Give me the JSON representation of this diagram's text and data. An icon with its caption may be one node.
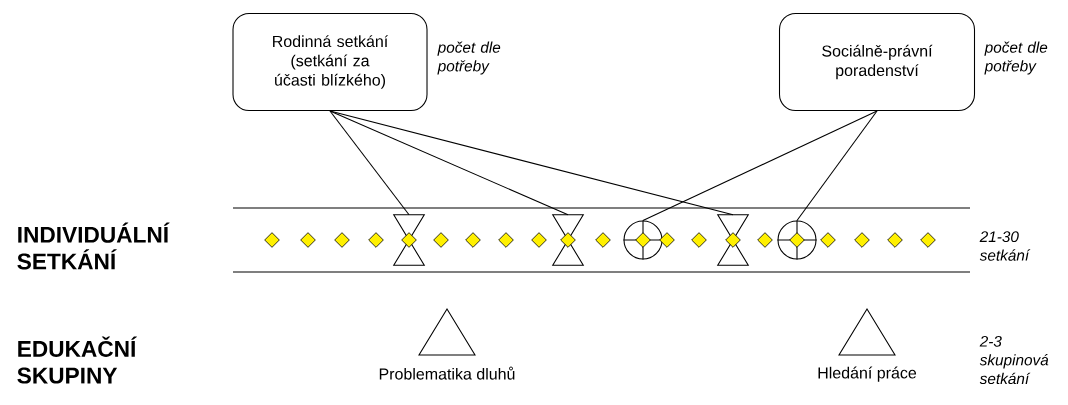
{
  "diagram": {
    "nodes": [
      {
        "text": [
          "Rodinná setkání (setkání za účasti blízkého)"
        ],
        "beside": [
          "počet dle potřeby"
        ]
      },
      {
        "text": [
          "Sociálně-právní poradenství"
        ],
        "beside": [
          "počet dle potřeby"
        ]
      },
      {
        "text": [],
        "shape": "hourglass"
      },
      {
        "text": [],
        "shape": "hourglass"
      },
      {
        "text": [],
        "shape": "circle"
      },
      {
        "text": [],
        "shape": "hourglass"
      },
      {
        "text": [],
        "shape": "circle"
      },
      {
        "text": [
          "Problematika dluhů"
        ]
      },
      {
        "text": [
          "Hledání práce"
        ]
      }
    ],
    "edges": [
      {
        "from": 0,
        "to": 2,
        "arrow": "none"
      },
      {
        "from": 0,
        "to": 3,
        "arrow": "none"
      },
      {
        "from": 0,
        "to": 5,
        "arrow": "none"
      },
      {
        "from": 1,
        "to": 4,
        "arrow": "none"
      },
      {
        "from": 1,
        "to": 6,
        "arrow": "none"
      }
    ],
    "labels": [
      "INDIVIDUÁLNÍ SETKÁNÍ",
      "21-30 setkání",
      "EDUKAČNÍ SKUPINY",
      "2-3 skupinová setkání"
    ]
  }
}
